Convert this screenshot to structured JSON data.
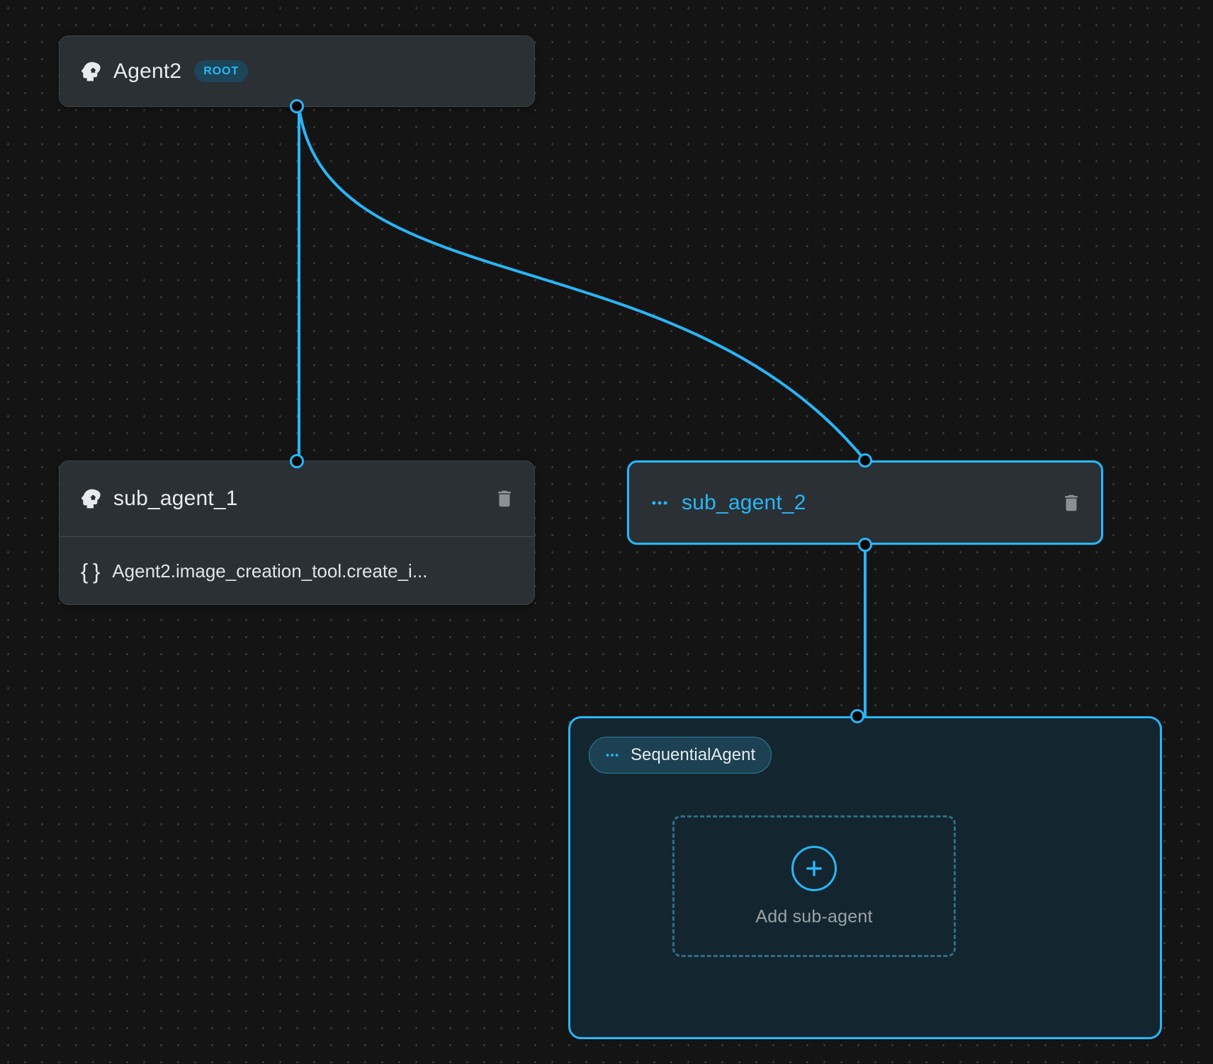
{
  "canvas": {
    "background_color": "#141414",
    "dot_color": "#3b3b3b",
    "accent_color": "#29b6f6",
    "edge_color": "#29b6f6"
  },
  "nodes": {
    "root": {
      "title": "Agent2",
      "badge": "ROOT",
      "icon": "psychology-icon",
      "selected": false
    },
    "sub_agent_1": {
      "title": "sub_agent_1",
      "icon": "psychology-icon",
      "delete_icon": "trash-icon",
      "selected": false,
      "tool": {
        "icon": "braces-icon",
        "icon_text": "{ }",
        "label": "Agent2.image_creation_tool.create_i..."
      }
    },
    "sub_agent_2": {
      "title": "sub_agent_2",
      "icon": "more-horiz-icon",
      "delete_icon": "trash-icon",
      "selected": true
    },
    "sequential_group": {
      "pill_label": "SequentialAgent",
      "pill_icon": "more-horiz-icon",
      "dropzone": {
        "label": "Add sub-agent",
        "icon": "plus-icon"
      },
      "selected": true
    }
  },
  "edges": [
    {
      "from": "root",
      "to": "sub_agent_1"
    },
    {
      "from": "root",
      "to": "sub_agent_2"
    },
    {
      "from": "sub_agent_2",
      "to": "sequential_group"
    }
  ]
}
